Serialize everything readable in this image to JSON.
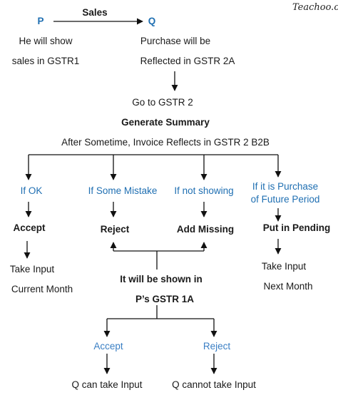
{
  "watermark": "Teachoo.com",
  "top": {
    "p_label": "P",
    "q_label": "Q",
    "sales_label": "Sales",
    "p_note_1": "He will show",
    "p_note_2": "sales in GSTR1",
    "q_note_1": "Purchase will be",
    "q_note_2": "Reflected in GSTR 2A"
  },
  "flow": {
    "go_to": "Go to GSTR 2",
    "generate": "Generate Summary",
    "after": "After Sometime, Invoice Reflects in GSTR 2 B2B"
  },
  "branches": {
    "if_ok": "If OK",
    "if_mistake": "If Some Mistake",
    "if_not_showing": "If not showing",
    "if_future_1": "If it is Purchase",
    "if_future_2": "of Future Period"
  },
  "actions": {
    "accept": "Accept",
    "reject": "Reject",
    "add_missing": "Add Missing",
    "put_pending": "Put in Pending"
  },
  "outcomes": {
    "take_input": "Take Input",
    "current_month": "Current Month",
    "take_input_2": "Take Input",
    "next_month": "Next Month",
    "shown_1": "It will be shown in",
    "shown_2": "P’s GSTR 1A"
  },
  "bottom": {
    "accept": "Accept",
    "reject": "Reject",
    "q_can": "Q can take Input",
    "q_cannot": "Q cannot take Input"
  },
  "colors": {
    "branch": "#1f6fb2",
    "bottom_branch": "#3a7fc4",
    "line": "#111111"
  }
}
